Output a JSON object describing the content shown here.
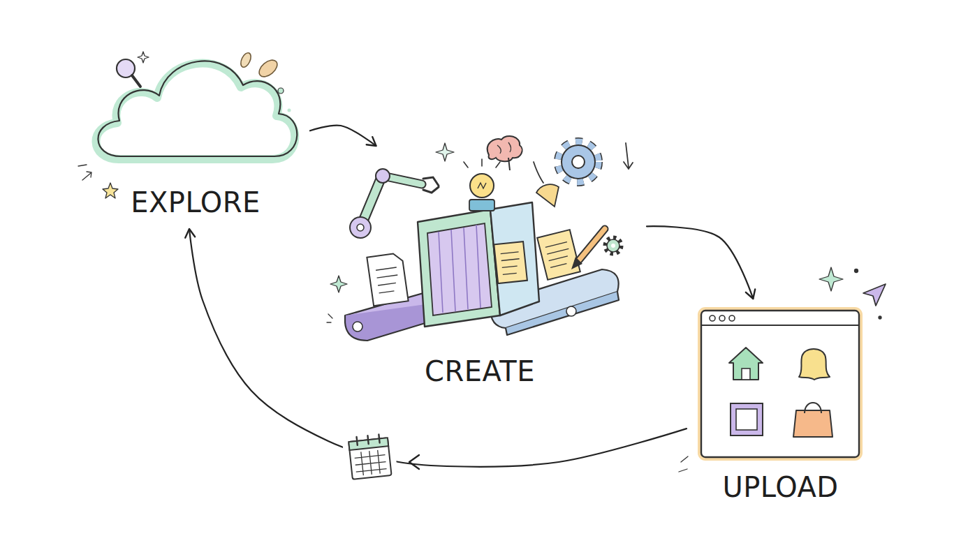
{
  "diagram": {
    "nodes": [
      {
        "text": [
          "EXPLORE"
        ]
      },
      {
        "text": [
          "CREATE"
        ]
      },
      {
        "text": [
          "UPLOAD"
        ]
      }
    ],
    "edges": [
      {
        "from": 0,
        "to": 1,
        "arrow": "to"
      },
      {
        "from": 1,
        "to": 2,
        "arrow": "to"
      },
      {
        "from": 2,
        "to": 0,
        "arrow": "to"
      }
    ]
  }
}
